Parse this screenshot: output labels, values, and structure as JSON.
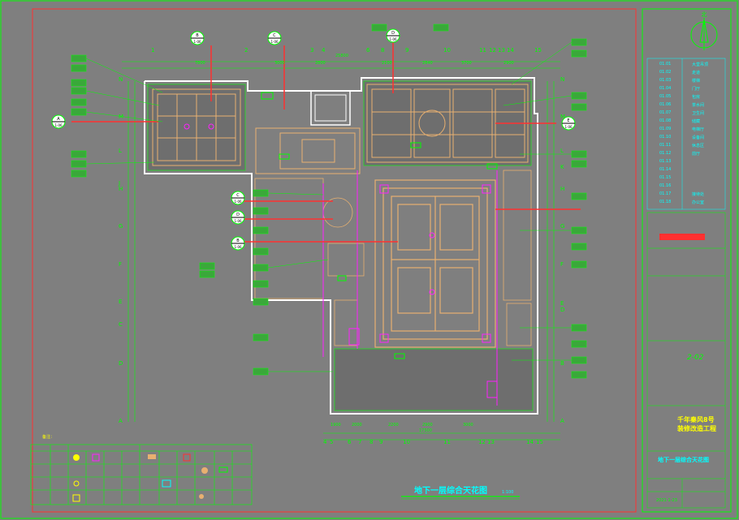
{
  "drawing": {
    "title": "地下一层综合天花图",
    "scale": "1:100"
  },
  "grid": {
    "top_axes": [
      "1",
      "2",
      "3",
      "4",
      "6",
      "8",
      "9",
      "10",
      "11",
      "12",
      "13",
      "14",
      "15"
    ],
    "bottom_axes": [
      "4",
      "5",
      "6",
      "7",
      "8",
      "9",
      "10",
      "11",
      "12",
      "13",
      "14",
      "15"
    ],
    "left_rows": [
      "N",
      "M",
      "L",
      "J",
      "H",
      "G",
      "F",
      "E",
      "C",
      "D",
      "A"
    ],
    "right_rows": [
      "N",
      "M",
      "L",
      "K",
      "H",
      "G",
      "F",
      "E",
      "D",
      "B",
      "A"
    ],
    "top_dims": [
      "7800",
      "3000",
      "2800",
      "2100",
      "2840",
      "3700",
      "2900"
    ],
    "bottom_dims": [
      "1900",
      "2000",
      "2200",
      "2900",
      "3000"
    ],
    "overall_top": "25800",
    "overall_bottom": "17500"
  },
  "section_marks": [
    {
      "id": "B",
      "ref": "1-06"
    },
    {
      "id": "C",
      "ref": "1-06"
    },
    {
      "id": "D",
      "ref": "1-06"
    },
    {
      "id": "A",
      "ref": "1-06"
    },
    {
      "id": "E",
      "ref": "1-06"
    },
    {
      "id": "C",
      "ref": "1-06"
    },
    {
      "id": "D",
      "ref": "1-06"
    },
    {
      "id": "B",
      "ref": "1-06"
    }
  ],
  "legend_table": {
    "rows": [
      "01.01",
      "01.02",
      "01.03",
      "01.04",
      "01.05",
      "01.06",
      "01.07",
      "01.08",
      "01.09",
      "01.10",
      "01.11",
      "01.12",
      "01.13",
      "01.14",
      "01.15",
      "01.16",
      "01.17",
      "01.18"
    ],
    "names": [
      "大堂吊顶",
      "走道",
      "楼梯",
      "门厅",
      "包房",
      "茶水间",
      "卫生间",
      "储藏",
      "电梯厅",
      "设备间",
      "休息区",
      "前厅",
      "",
      "",
      "",
      "",
      "接待处",
      "办公室"
    ]
  },
  "title_block": {
    "project": "千年秦风8号",
    "project_sub": "装修改造工程",
    "sheet_title": "地下一层综合天花图",
    "sheet_no": "2-02",
    "date": "2021-1-23"
  },
  "notes": {
    "label": "备注："
  },
  "colors": {
    "line_green": "#00ff00",
    "frame_red": "#ff3030",
    "ceiling_tan": "#e8b070",
    "magenta": "#ff20ff",
    "cyan": "#00ffff",
    "yellow": "#ffff00",
    "wall_white": "#ffffff",
    "background": "#7f7f7f"
  }
}
